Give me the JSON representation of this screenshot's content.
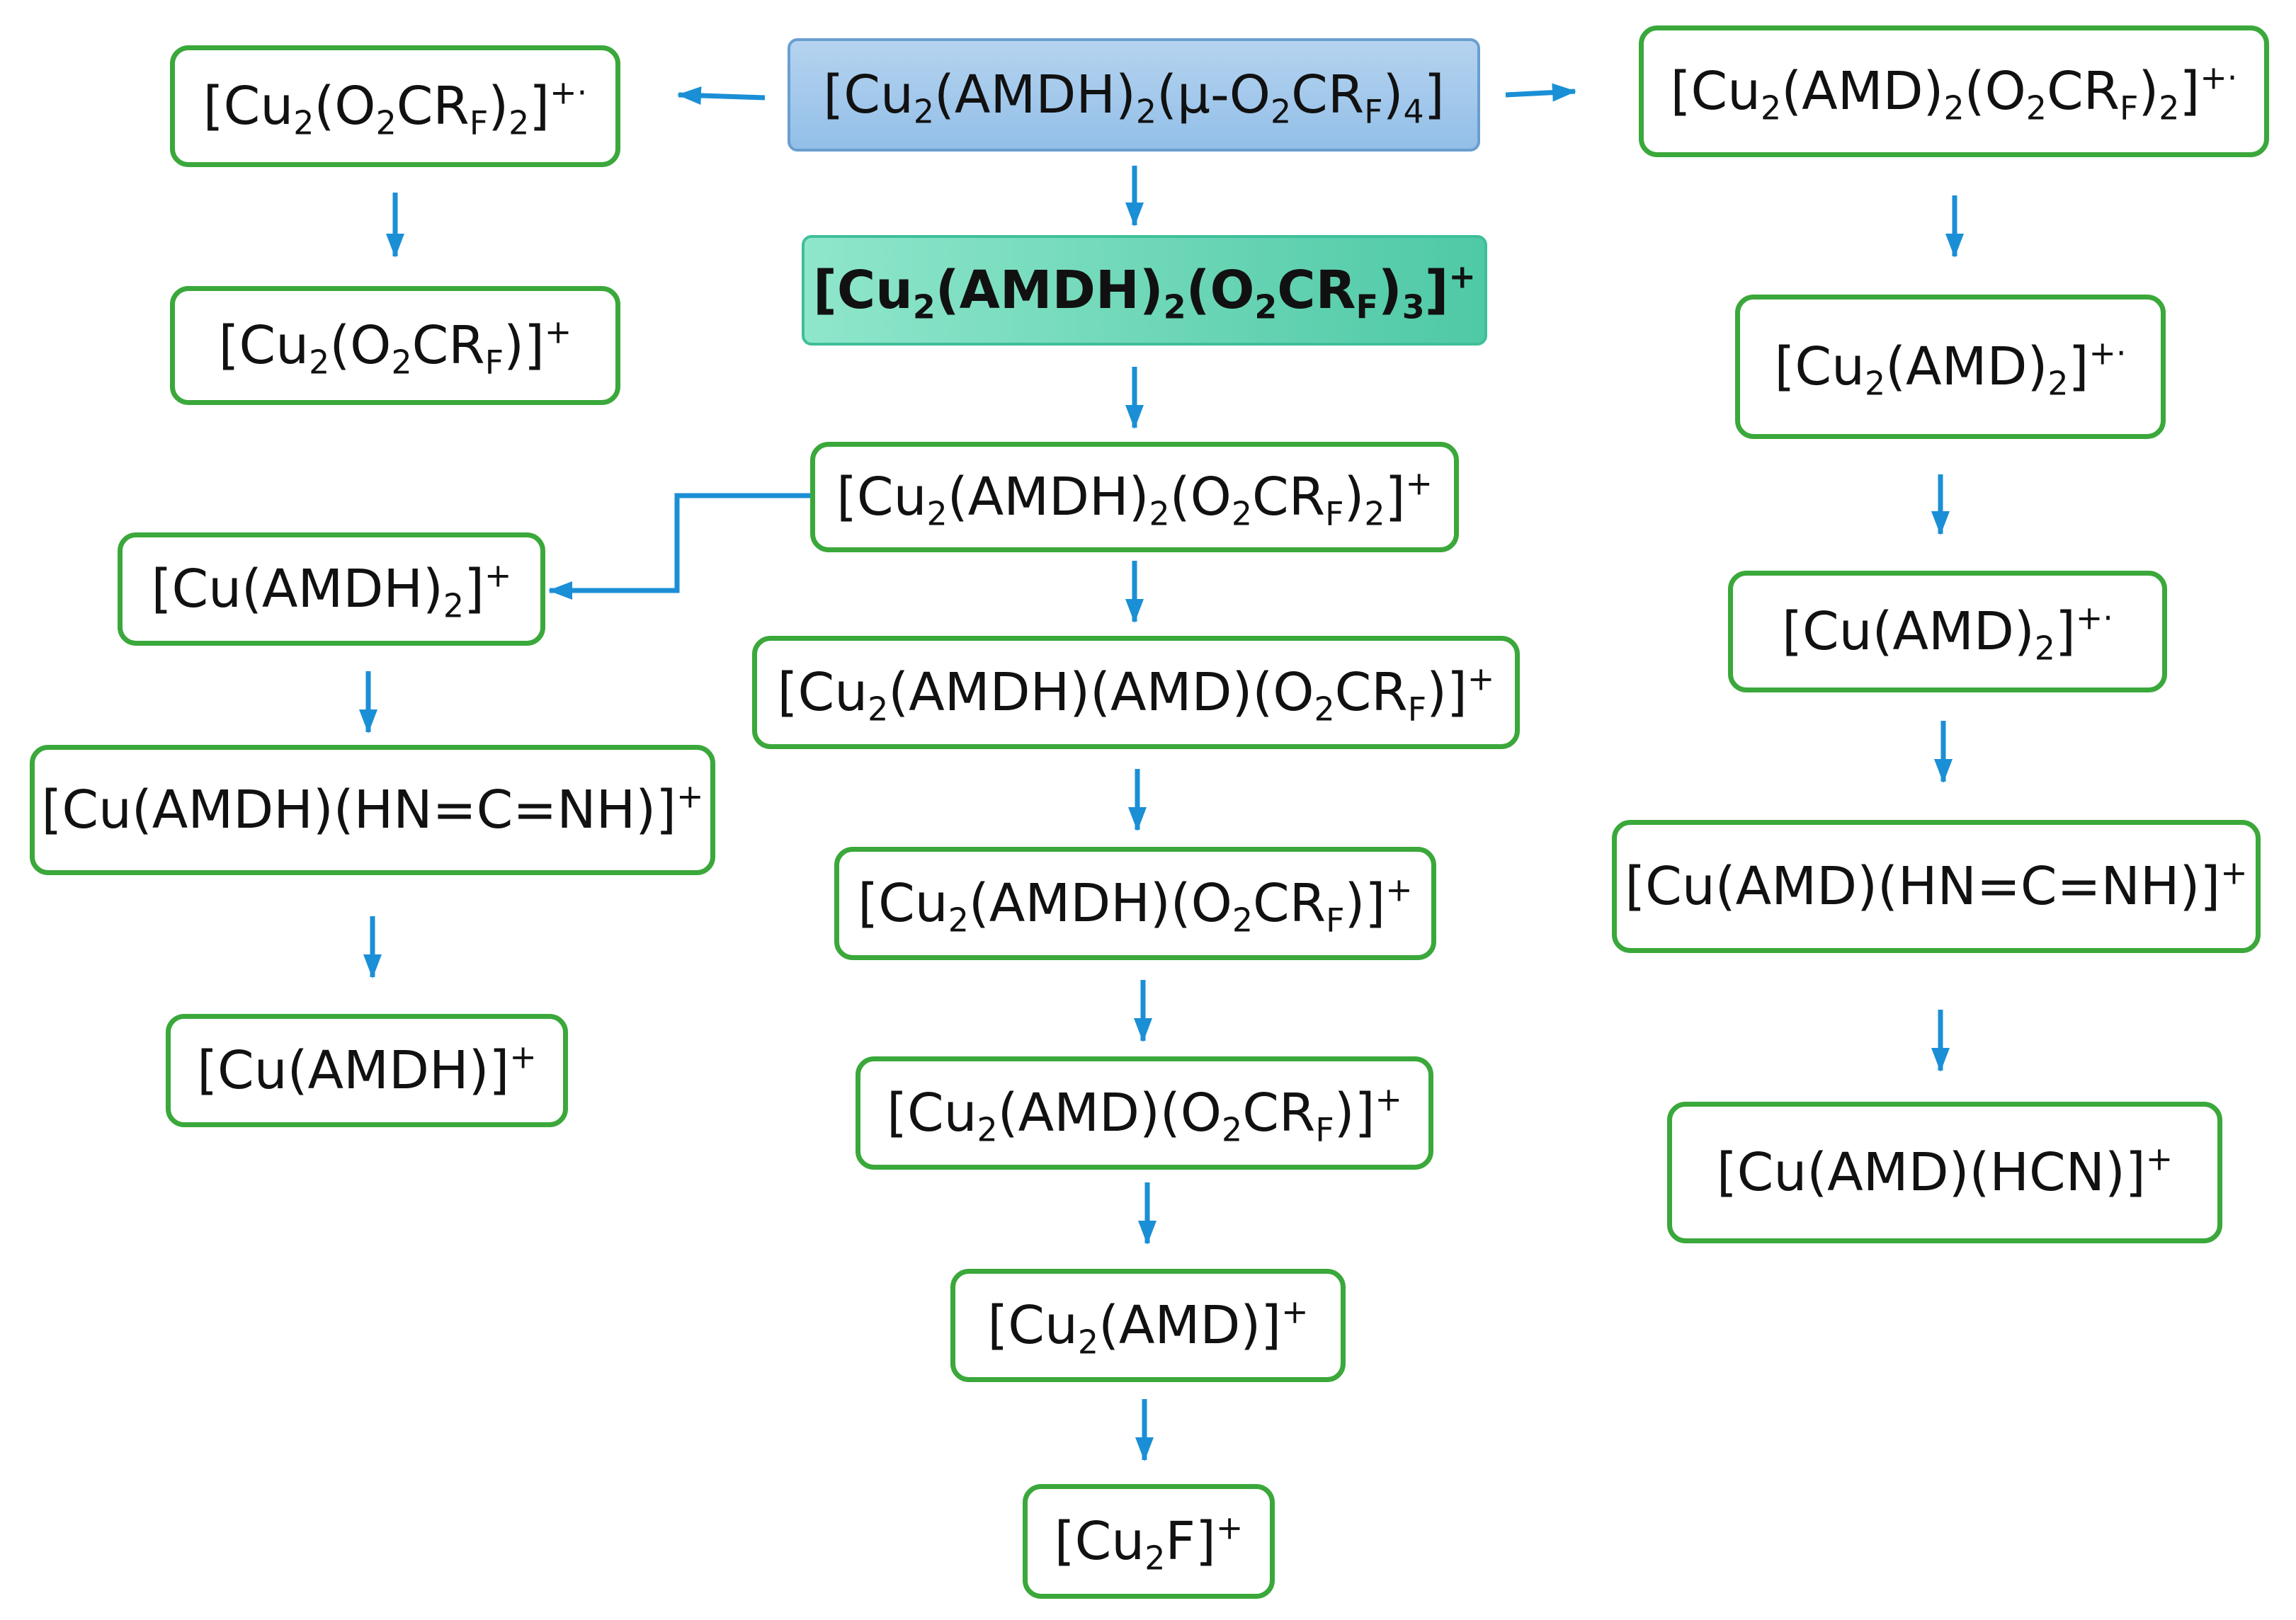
{
  "colors": {
    "arrow": "#1b8fd6",
    "box_border": "#3aa83a",
    "root_fill": "#a3c8ec",
    "key_fill": "#6ad6b6"
  },
  "nodes": [
    {
      "id": "root",
      "label": "[Cu2(AMDH)2(μ-O2CRF)4]"
    },
    {
      "id": "l1",
      "label": "[Cu2(O2CRF)2]+·"
    },
    {
      "id": "l2",
      "label": "[Cu2(O2CRF)]+"
    },
    {
      "id": "r1",
      "label": "[Cu2(AMD)2(O2CRF)2]+·"
    },
    {
      "id": "r2",
      "label": "[Cu2(AMD)2]+·"
    },
    {
      "id": "r3",
      "label": "[Cu(AMD)2]+·"
    },
    {
      "id": "r4",
      "label": "[Cu(AMD)(HN=C=NH)]+"
    },
    {
      "id": "r5",
      "label": "[Cu(AMD)(HCN)]+"
    },
    {
      "id": "c1",
      "label": "[Cu2(AMDH)2(O2CRF)3]+"
    },
    {
      "id": "c2",
      "label": "[Cu2(AMDH)2(O2CRF)2]+"
    },
    {
      "id": "c3",
      "label": "[Cu2(AMDH)(AMD)(O2CRF)]+"
    },
    {
      "id": "c4",
      "label": "[Cu2(AMDH)(O2CRF)]+"
    },
    {
      "id": "c5",
      "label": "[Cu2(AMD)(O2CRF)]+"
    },
    {
      "id": "c6",
      "label": "[Cu2(AMD)]+"
    },
    {
      "id": "c7",
      "label": "[Cu2F]+"
    },
    {
      "id": "m1",
      "label": "[Cu(AMDH)2]+"
    },
    {
      "id": "m2",
      "label": "[Cu(AMDH)(HN=C=NH)]+"
    },
    {
      "id": "m3",
      "label": "[Cu(AMDH)]+"
    }
  ],
  "edges": [
    {
      "from": "root",
      "to": "l1"
    },
    {
      "from": "root",
      "to": "r1"
    },
    {
      "from": "root",
      "to": "c1"
    },
    {
      "from": "l1",
      "to": "l2"
    },
    {
      "from": "r1",
      "to": "r2"
    },
    {
      "from": "r2",
      "to": "r3"
    },
    {
      "from": "r3",
      "to": "r4"
    },
    {
      "from": "r4",
      "to": "r5"
    },
    {
      "from": "c1",
      "to": "c2"
    },
    {
      "from": "c2",
      "to": "c3"
    },
    {
      "from": "c3",
      "to": "c4"
    },
    {
      "from": "c4",
      "to": "c5"
    },
    {
      "from": "c5",
      "to": "c6"
    },
    {
      "from": "c6",
      "to": "c7"
    },
    {
      "from": "c2",
      "to": "m1"
    },
    {
      "from": "m1",
      "to": "m2"
    },
    {
      "from": "m2",
      "to": "m3"
    }
  ]
}
